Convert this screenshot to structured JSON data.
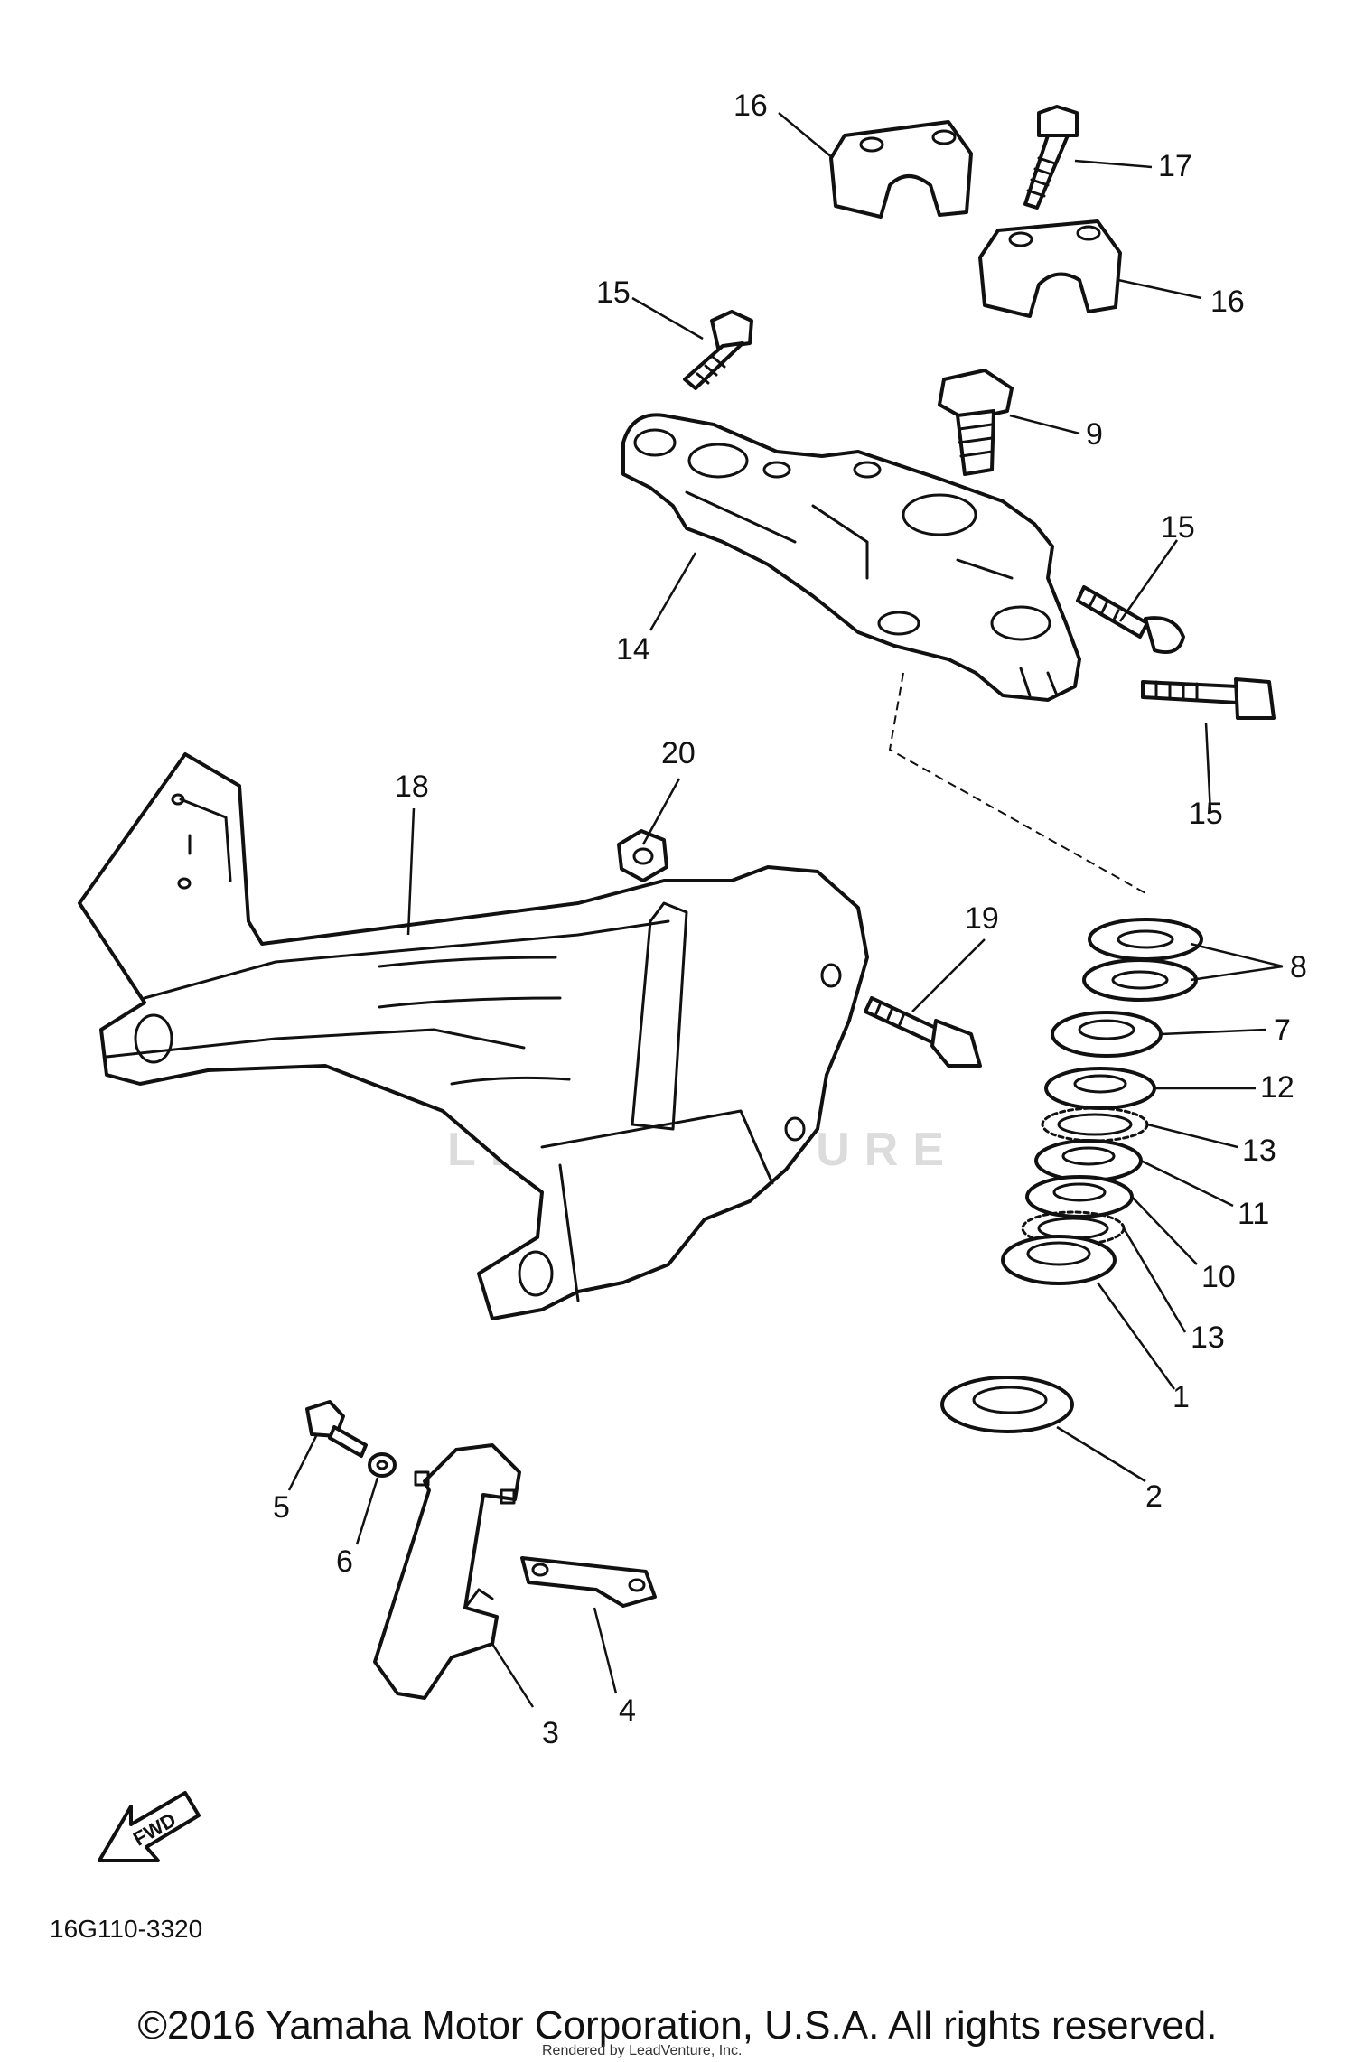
{
  "diagram": {
    "callouts": [
      {
        "id": "c16a",
        "text": "16"
      },
      {
        "id": "c17",
        "text": "17"
      },
      {
        "id": "c16b",
        "text": "16"
      },
      {
        "id": "c15a",
        "text": "15"
      },
      {
        "id": "c9",
        "text": "9"
      },
      {
        "id": "c15b",
        "text": "15"
      },
      {
        "id": "c14",
        "text": "14"
      },
      {
        "id": "c15c",
        "text": "15"
      },
      {
        "id": "c20",
        "text": "20"
      },
      {
        "id": "c18",
        "text": "18"
      },
      {
        "id": "c19",
        "text": "19"
      },
      {
        "id": "c8",
        "text": "8"
      },
      {
        "id": "c7",
        "text": "7"
      },
      {
        "id": "c12",
        "text": "12"
      },
      {
        "id": "c13a",
        "text": "13"
      },
      {
        "id": "c11",
        "text": "11"
      },
      {
        "id": "c10",
        "text": "10"
      },
      {
        "id": "c13b",
        "text": "13"
      },
      {
        "id": "c1",
        "text": "1"
      },
      {
        "id": "c2",
        "text": "2"
      },
      {
        "id": "c5",
        "text": "5"
      },
      {
        "id": "c6",
        "text": "6"
      },
      {
        "id": "c4",
        "text": "4"
      },
      {
        "id": "c3",
        "text": "3"
      }
    ],
    "part_code": "16G110-3320",
    "fwd_label": "FWD",
    "watermark": "LEADVENTURE"
  },
  "footer": {
    "copyright": "©2016 Yamaha Motor Corporation, U.S.A. All rights reserved.",
    "rendered_by": "Rendered by LeadVenture, Inc."
  },
  "colors": {
    "ink": "#111111",
    "background": "#ffffff",
    "watermark": "#dcdcdc"
  }
}
